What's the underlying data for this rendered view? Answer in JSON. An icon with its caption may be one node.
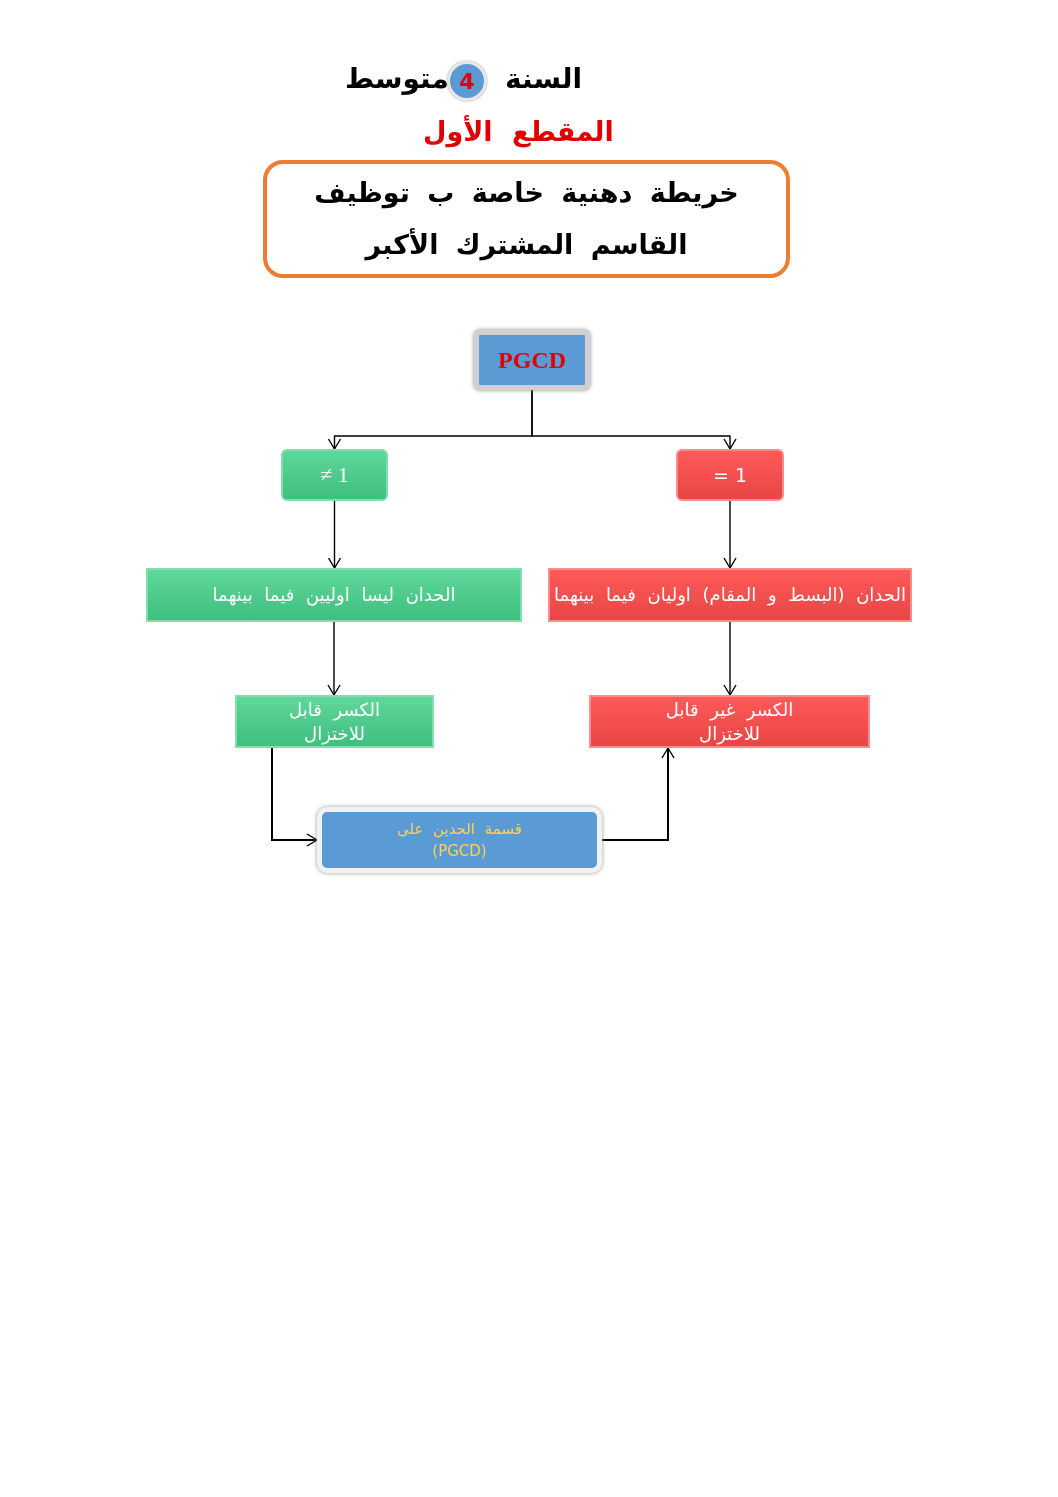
{
  "diagram": {
    "nodes": [
      {
        "text": [
          "4"
        ]
      },
      {
        "text": [
          "خريطة دهنية خاصة ب توظيف القاسم المشترك الأكبر"
        ]
      },
      {
        "text": [
          "PGCD"
        ]
      },
      {
        "text": [
          "≠ 1"
        ]
      },
      {
        "text": [
          "= 1"
        ]
      },
      {
        "text": [
          "الحدان ليسا اوليين فيما بينهما"
        ]
      },
      {
        "text": [
          "الحدان (البسط و المقام) اوليان فيما بينهما"
        ]
      },
      {
        "text": [
          "الكسر قابل للاختزال"
        ]
      },
      {
        "text": [
          "الكسر غير قابل للاختزال"
        ]
      },
      {
        "text": [
          "قسمة الحدين على (PGCD)"
        ]
      }
    ],
    "edges": [
      {
        "from": 2,
        "to": 3,
        "arrow": "to"
      },
      {
        "from": 2,
        "to": 4,
        "arrow": "to"
      },
      {
        "from": 3,
        "to": 5,
        "arrow": "to"
      },
      {
        "from": 4,
        "to": 6,
        "arrow": "to"
      },
      {
        "from": 5,
        "to": 7,
        "arrow": "to"
      },
      {
        "from": 6,
        "to": 8,
        "arrow": "to"
      },
      {
        "from": 7,
        "to": 9,
        "arrow": "to"
      },
      {
        "from": 9,
        "to": 8,
        "arrow": "to"
      }
    ],
    "labels": [
      "السنة",
      "متوسط",
      "المقطع الأول"
    ]
  }
}
